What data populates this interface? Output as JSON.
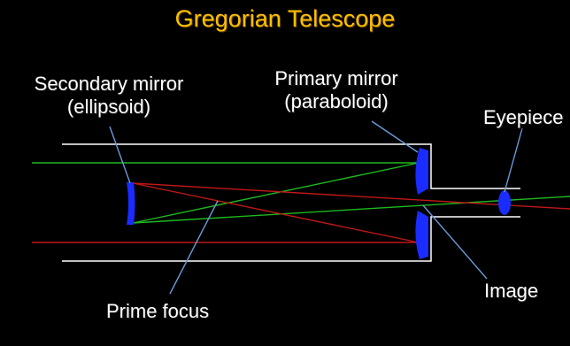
{
  "title": "Gregorian Telescope",
  "labels": {
    "secondary_mirror_line1": "Secondary mirror",
    "secondary_mirror_line2": "(ellipsoid)",
    "primary_mirror_line1": "Primary mirror",
    "primary_mirror_line2": "(paraboloid)",
    "eyepiece": "Eyepiece",
    "image": "Image",
    "prime_focus": "Prime focus"
  },
  "colors": {
    "background": "#000000",
    "title": "#ffbf00",
    "label_text": "#ffffff",
    "tube_outline": "#ffffff",
    "mirror_fill": "#1a2cff",
    "green_ray": "#1fb81f",
    "red_ray": "#c01818",
    "leader_line": "#6a9bd8"
  }
}
